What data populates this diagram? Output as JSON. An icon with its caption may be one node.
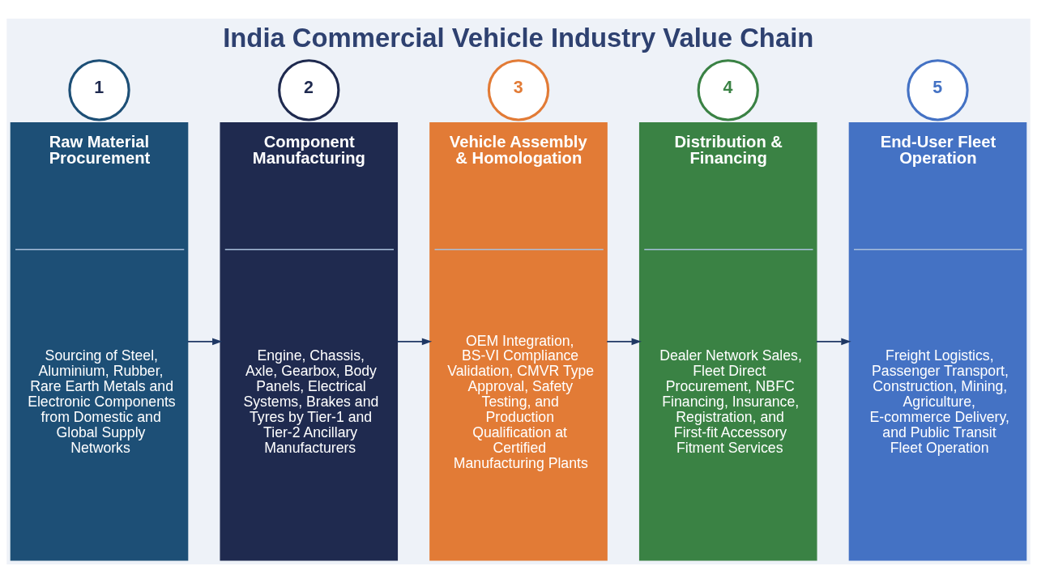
{
  "diagram": {
    "title": "India Commercial Vehicle Industry Value Chain",
    "nodes": [
      {
        "text": [
          "1"
        ]
      },
      {
        "text": [
          "Raw Material Procurement",
          "Sourcing of Steel, Aluminium, Rubber, Rare Earth Metals and Electronic Components from Domestic and Global Supply Networks"
        ]
      },
      {
        "text": [
          "2"
        ]
      },
      {
        "text": [
          "Component Manufacturing",
          "Engine, Chassis, Axle, Gearbox, Body Panels, Electrical Systems, Brakes and Tyres by Tier-1 and Tier-2 Ancillary Manufacturers"
        ]
      },
      {
        "text": [
          "3"
        ]
      },
      {
        "text": [
          "Vehicle Assembly & Homologation",
          "OEM Integration, BS-VI Compliance Validation, CMVR Type Approval, Safety Testing, and Production Qualification at Certified Manufacturing Plants"
        ]
      },
      {
        "text": [
          "4"
        ]
      },
      {
        "text": [
          "Distribution & Financing",
          "Dealer Network Sales, Fleet Direct Procurement, NBFC Financing, Insurance, Registration, and First-fit Accessory Fitment Services"
        ]
      },
      {
        "text": [
          "5"
        ]
      },
      {
        "text": [
          "End-User Fleet Operation",
          "Freight Logistics, Passenger Transport, Construction, Mining, Agriculture, E-commerce Delivery, and Public Transit Fleet Operation"
        ]
      }
    ],
    "edges": [
      {
        "from": 1,
        "to": 3,
        "arrow": "to"
      },
      {
        "from": 3,
        "to": 5,
        "arrow": "to"
      },
      {
        "from": 5,
        "to": 7,
        "arrow": "to"
      },
      {
        "from": 7,
        "to": 9,
        "arrow": "to"
      }
    ]
  }
}
